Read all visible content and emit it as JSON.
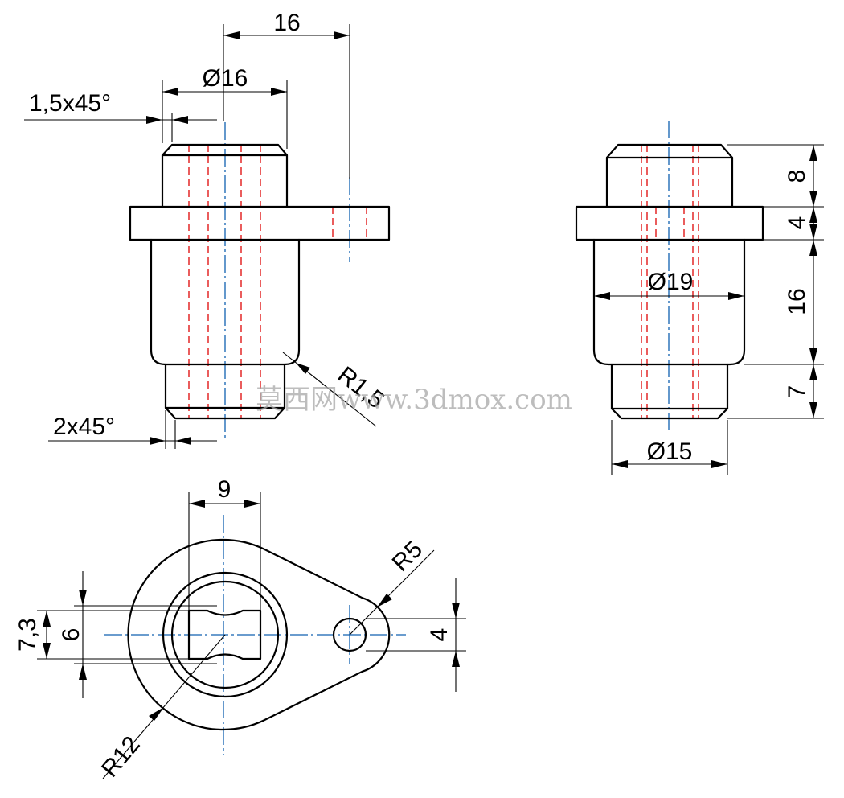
{
  "front_view": {
    "dim_height_top": "16",
    "dim_diameter_top": "Ø16",
    "dim_chamfer_top": "1,5x45°",
    "dim_radius": "R1,5",
    "dim_chamfer_bottom": "2x45°"
  },
  "side_view": {
    "dim_head_height": "8",
    "dim_flange_height": "4",
    "dim_body_height": "16",
    "dim_neck_height": "7",
    "dim_body_diameter": "Ø19",
    "dim_neck_diameter": "Ø15"
  },
  "top_view": {
    "dim_slot_width": "9",
    "dim_radius_small": "R5",
    "dim_hole": "4",
    "dim_outer_flat": "7,3",
    "dim_inner_flat": "6",
    "dim_radius_large": "R12"
  },
  "watermark": "莫西网www.3dmox.com",
  "colors": {
    "outline": "#000000",
    "center_line": "#1060b0",
    "hidden_line": "#e01818",
    "watermark": "#a8a8a8"
  }
}
